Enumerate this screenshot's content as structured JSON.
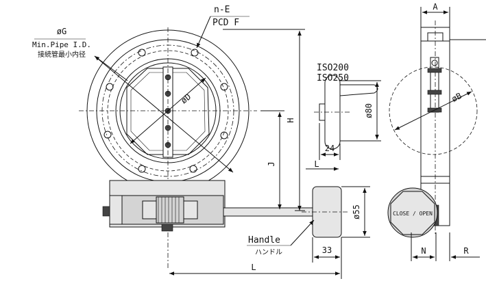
{
  "labels": {
    "phi_g": "øG",
    "min_pipe_id": "Min.Pipe I.D.",
    "min_pipe_id_jp": "接続管最小内径",
    "n_e": "n-E",
    "pcd_f": "PCD F",
    "phi_d": "øD",
    "h": "H",
    "j": "J",
    "iso_200": "ISO200",
    "iso_250": "ISO250",
    "phi_80": "ø80",
    "dim_24": "24",
    "dim_l_small": "L",
    "phi_55": "ø55",
    "handle": "Handle",
    "handle_jp": "ハンドル",
    "dim_33": "33",
    "dim_l": "L",
    "dim_a": "A",
    "phi_b": "øB",
    "dim_n": "N",
    "dim_r": "R",
    "gear_text": "CLOSE / OPEN"
  }
}
